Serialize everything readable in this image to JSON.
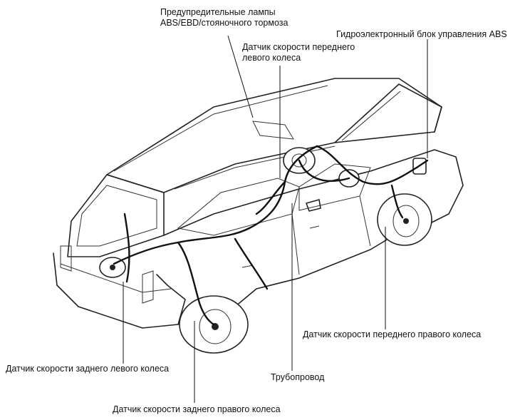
{
  "labels": {
    "warning_lamps_line1": "Предупредительные лампы",
    "warning_lamps_line2": "ABS/EBD/стояночного тормоза",
    "front_left_sensor_line1": "Датчик скорости переднего",
    "front_left_sensor_line2": "левого колеса",
    "hecu": "Гидроэлектронный блок управления ABS",
    "front_right_sensor": "Датчик скорости переднего правого колеса",
    "rear_left_sensor": "Датчик скорости заднего левого колеса",
    "brake_pipe": "Трубопровод",
    "rear_right_sensor": "Датчик скорости заднего правого колеса"
  },
  "colors": {
    "line": "#222222",
    "background": "#ffffff"
  }
}
